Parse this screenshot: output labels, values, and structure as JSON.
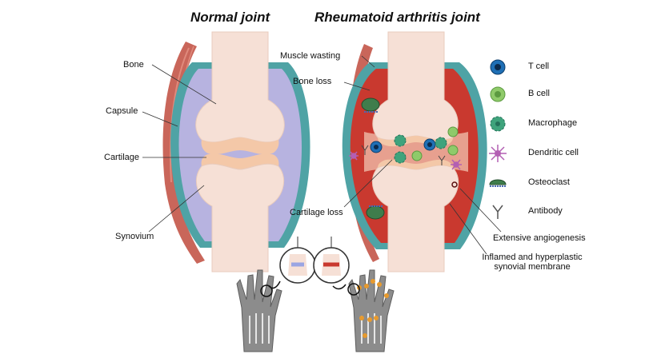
{
  "titles": {
    "normal": "Normal  joint",
    "ra": "Rheumatoid  arthritis  joint"
  },
  "normal_labels": {
    "bone": "Bone",
    "capsule": "Capsule",
    "cartilage": "Cartilage",
    "synovium": "Synovium"
  },
  "ra_labels": {
    "muscle_wasting": "Muscle wasting",
    "bone_loss": "Bone loss",
    "cartilage_loss": "Cartilage loss",
    "angiogenesis": "Extensive angiogenesis",
    "synovial_line1": "Inflamed and hyperplastic",
    "synovial_line2": "synovial membrane"
  },
  "legend": [
    {
      "icon": "t-cell-icon",
      "label": "T cell",
      "color": "#1f6fb5"
    },
    {
      "icon": "b-cell-icon",
      "label": "B cell",
      "color": "#8fca6a"
    },
    {
      "icon": "macrophage-icon",
      "label": "Macrophage",
      "color": "#3fa37c"
    },
    {
      "icon": "dendritic-cell-icon",
      "label": "Dendritic  cell",
      "color": "#b35fb3"
    },
    {
      "icon": "osteoclast-icon",
      "label": "Osteoclast",
      "color": "#3f7d4c"
    },
    {
      "icon": "antibody-icon",
      "label": "Antibody",
      "color": "#555555"
    }
  ],
  "colors": {
    "bone": "#f6e0d6",
    "cartilage": "#f4c8a8",
    "synovial_normal": "#b7b3e0",
    "synovial_inflamed": "#c9392f",
    "capsule": "#4fa3a5",
    "muscle": "#c9665a"
  }
}
